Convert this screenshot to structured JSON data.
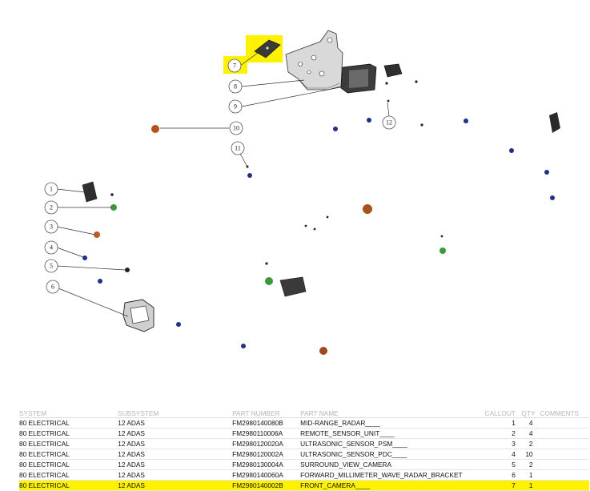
{
  "callouts": [
    "1",
    "2",
    "3",
    "4",
    "5",
    "6",
    "7",
    "8",
    "9",
    "10",
    "11",
    "12"
  ],
  "table": {
    "headers": {
      "system": "SYSTEM",
      "subsystem": "SUBSYSTEM",
      "part_number": "PART NUMBER",
      "part_name": "PART NAME",
      "callout": "CALLOUT",
      "qty": "QTY",
      "comments": "COMMENTS"
    },
    "rows": [
      {
        "system": "80 ELECTRICAL",
        "subsystem": "12 ADAS",
        "part_number": "FM2980140080B",
        "part_name": "MID-RANGE_RADAR____",
        "callout": "1",
        "qty": "4",
        "comments": ""
      },
      {
        "system": "80 ELECTRICAL",
        "subsystem": "12 ADAS",
        "part_number": "FM2980110006A",
        "part_name": "REMOTE_SENSOR_UNIT____",
        "callout": "2",
        "qty": "4",
        "comments": ""
      },
      {
        "system": "80 ELECTRICAL",
        "subsystem": "12 ADAS",
        "part_number": "FM2980120020A",
        "part_name": "ULTRASONIC_SENSOR_PSM____",
        "callout": "3",
        "qty": "2",
        "comments": ""
      },
      {
        "system": "80 ELECTRICAL",
        "subsystem": "12 ADAS",
        "part_number": "FM2980120002A",
        "part_name": "ULTRASONIC_SENSOR_PDC____",
        "callout": "4",
        "qty": "10",
        "comments": ""
      },
      {
        "system": "80 ELECTRICAL",
        "subsystem": "12 ADAS",
        "part_number": "FM2980130004A",
        "part_name": "SURROUND_VIEW_CAMERA",
        "callout": "5",
        "qty": "2",
        "comments": ""
      },
      {
        "system": "80 ELECTRICAL",
        "subsystem": "12 ADAS",
        "part_number": "FM2980140060A",
        "part_name": "FORWARD_MILLIMETER_WAVE_RADAR_BRACKET",
        "callout": "6",
        "qty": "1",
        "comments": ""
      },
      {
        "system": "80 ELECTRICAL",
        "subsystem": "12 ADAS",
        "part_number": "FM2980140002B",
        "part_name": "FRONT_CAMERA____",
        "callout": "7",
        "qty": "1",
        "comments": "",
        "highlight": true
      }
    ]
  },
  "colors": {
    "highlight": "#fff200",
    "header_text": "#b5b5b5",
    "part_blue": "#1f2f8a",
    "part_orange": "#b5501f",
    "part_green": "#3a9a3a",
    "part_black": "#2a2a2a"
  }
}
